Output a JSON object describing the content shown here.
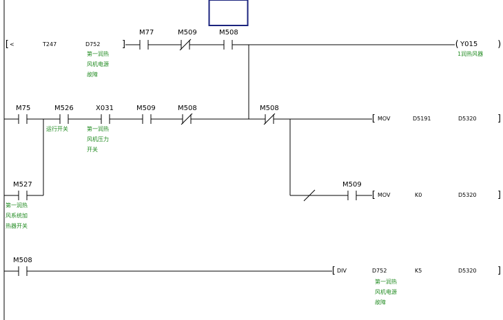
{
  "colors": {
    "wire": "#000000",
    "comment": "#1f8a1f",
    "cursor": "#1a237e"
  },
  "rung1": {
    "cmp_open": "<",
    "cmp_op1": "T247",
    "cmp_op2": "D752",
    "cmp_op2_comment": "第一润热\n风机电源\n故障",
    "contact1": "M77",
    "contact2": "M509",
    "contact3": "M508",
    "coil": "Y015",
    "coil_comment": "1润热风器"
  },
  "rung2": {
    "c1": "M75",
    "c2": "M526",
    "c2_comment": "运行开关",
    "c3": "X031",
    "c3_comment": "第一润热\n风机压力\n开关",
    "c4": "M509",
    "c5": "M508",
    "c6": "M508",
    "mov1_op": "MOV",
    "mov1_src": "D5191",
    "mov1_dst": "D5320",
    "branch_c1": "M527",
    "branch_c1_comment": "第一润热\n风系统加\n热器开关",
    "branch_c2": "M509",
    "mov2_op": "MOV",
    "mov2_src": "K0",
    "mov2_dst": "D5320"
  },
  "rung3": {
    "c1": "M508",
    "div_op": "DIV",
    "div_src": "D752",
    "div_src_comment": "第一润热\n风机电源\n故障",
    "div_k": "K5",
    "div_dst": "D5320"
  }
}
